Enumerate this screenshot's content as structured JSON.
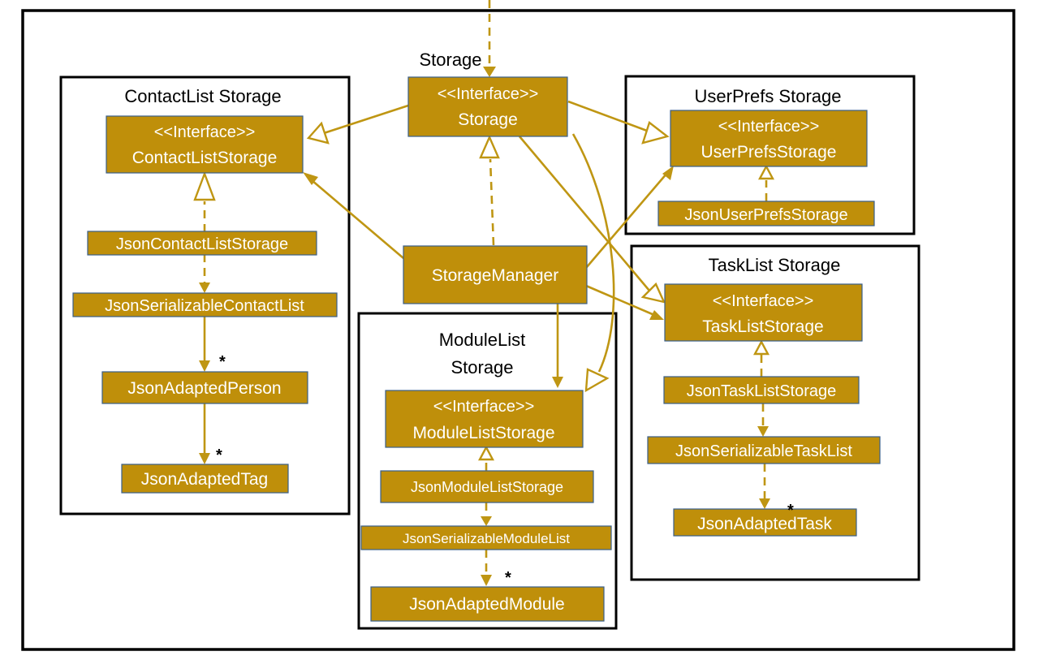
{
  "colors": {
    "class_fill": "#bf8f0a",
    "edge": "#bf9613",
    "border": "#000000"
  },
  "packages": {
    "storage_label": "Storage",
    "contact_list": "ContactList Storage",
    "user_prefs": "UserPrefs Storage",
    "task_list": "TaskList Storage",
    "module_list_line1": "ModuleList",
    "module_list_line2": "Storage"
  },
  "classes": {
    "storage_line1": "<<Interface>>",
    "storage_line2": "Storage",
    "contact_list_storage_line1": "<<Interface>>",
    "contact_list_storage_line2": "ContactListStorage",
    "user_prefs_storage_line1": "<<Interface>>",
    "user_prefs_storage_line2": "UserPrefsStorage",
    "task_list_storage_line1": "<<Interface>>",
    "task_list_storage_line2": "TaskListStorage",
    "module_list_storage_line1": "<<Interface>>",
    "module_list_storage_line2": "ModuleListStorage",
    "storage_manager": "StorageManager",
    "json_contact_list_storage": "JsonContactListStorage",
    "json_serializable_contact_list": "JsonSerializableContactList",
    "json_adapted_person": "JsonAdaptedPerson",
    "json_adapted_tag": "JsonAdaptedTag",
    "json_user_prefs_storage": "JsonUserPrefsStorage",
    "json_task_list_storage": "JsonTaskListStorage",
    "json_serializable_task_list": "JsonSerializableTaskList",
    "json_adapted_task": "JsonAdaptedTask",
    "json_module_list_storage": "JsonModuleListStorage",
    "json_serializable_module_list": "JsonSerializableModuleList",
    "json_adapted_module": "JsonAdaptedModule"
  },
  "multiplicities": {
    "person": "*",
    "tag": "*",
    "module": "*",
    "task": "*"
  }
}
